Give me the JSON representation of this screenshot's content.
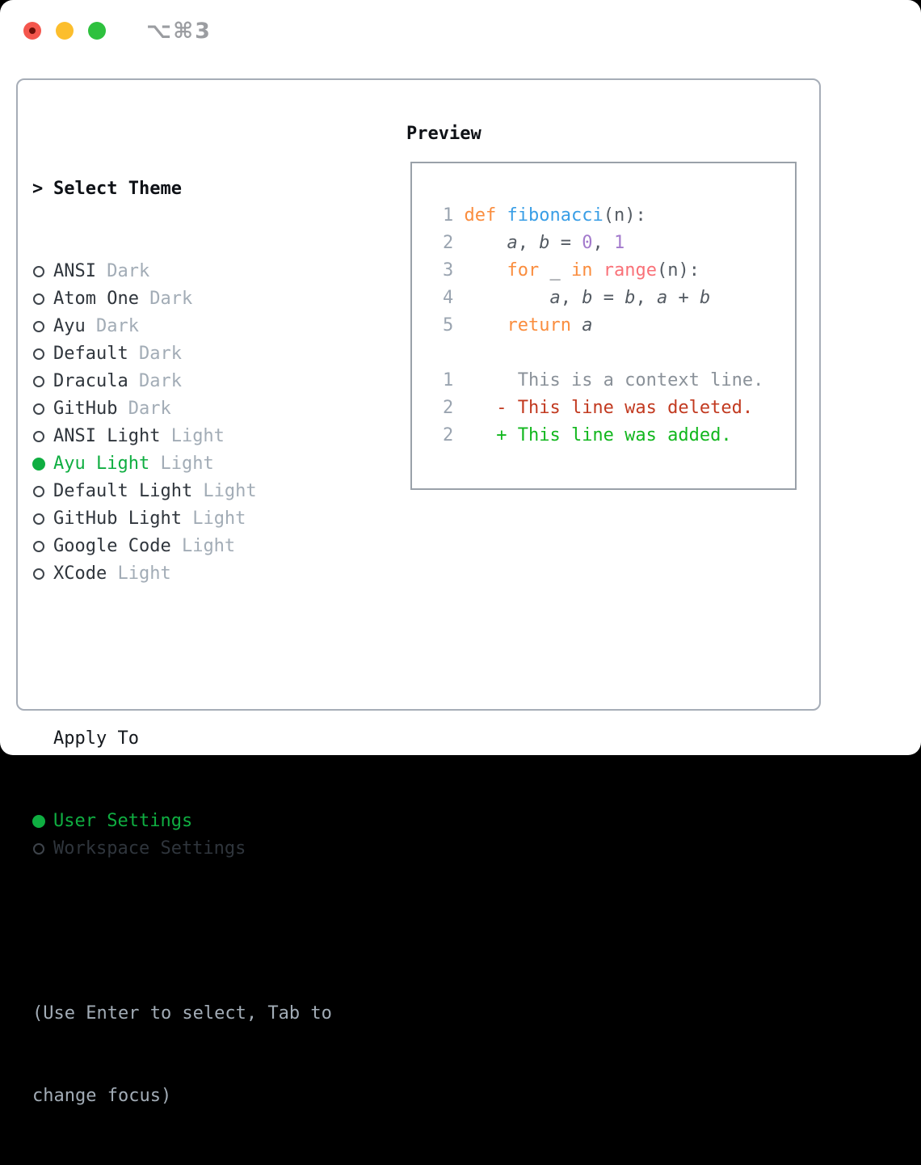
{
  "titlebar": {
    "shortcut": "⌥⌘3"
  },
  "theme_list": {
    "header_prefix": ">",
    "header": "Select Theme",
    "items": [
      {
        "name": "ANSI",
        "variant": "Dark",
        "selected": false
      },
      {
        "name": "Atom One",
        "variant": "Dark",
        "selected": false
      },
      {
        "name": "Ayu",
        "variant": "Dark",
        "selected": false
      },
      {
        "name": "Default",
        "variant": "Dark",
        "selected": false
      },
      {
        "name": "Dracula",
        "variant": "Dark",
        "selected": false
      },
      {
        "name": "GitHub",
        "variant": "Dark",
        "selected": false
      },
      {
        "name": "ANSI Light",
        "variant": "Light",
        "selected": false
      },
      {
        "name": "Ayu Light",
        "variant": "Light",
        "selected": true
      },
      {
        "name": "Default Light",
        "variant": "Light",
        "selected": false
      },
      {
        "name": "GitHub Light",
        "variant": "Light",
        "selected": false
      },
      {
        "name": "Google Code",
        "variant": "Light",
        "selected": false
      },
      {
        "name": "XCode",
        "variant": "Light",
        "selected": false
      }
    ]
  },
  "apply_to": {
    "header": "Apply To",
    "options": [
      {
        "label": "User Settings",
        "selected": true
      },
      {
        "label": "Workspace Settings",
        "selected": false
      }
    ]
  },
  "hint": {
    "lines": [
      "(Use Enter to select, Tab to",
      "change focus)"
    ]
  },
  "preview": {
    "header": "Preview",
    "code_lines": [
      {
        "num": "1",
        "segments": [
          {
            "t": "def",
            "c": "keyword"
          },
          {
            "t": " ",
            "c": "plain"
          },
          {
            "t": "fibonacci",
            "c": "function"
          },
          {
            "t": "(n):",
            "c": "plain"
          }
        ]
      },
      {
        "num": "2",
        "segments": [
          {
            "t": "    ",
            "c": "plain"
          },
          {
            "t": "a",
            "c": "var"
          },
          {
            "t": ", ",
            "c": "plain"
          },
          {
            "t": "b",
            "c": "var"
          },
          {
            "t": " = ",
            "c": "plain"
          },
          {
            "t": "0",
            "c": "number"
          },
          {
            "t": ", ",
            "c": "plain"
          },
          {
            "t": "1",
            "c": "number"
          }
        ]
      },
      {
        "num": "3",
        "segments": [
          {
            "t": "    ",
            "c": "plain"
          },
          {
            "t": "for",
            "c": "keyword"
          },
          {
            "t": " _ ",
            "c": "plain"
          },
          {
            "t": "in",
            "c": "keyword"
          },
          {
            "t": " ",
            "c": "plain"
          },
          {
            "t": "range",
            "c": "builtin"
          },
          {
            "t": "(n):",
            "c": "plain"
          }
        ]
      },
      {
        "num": "4",
        "segments": [
          {
            "t": "        ",
            "c": "plain"
          },
          {
            "t": "a",
            "c": "var"
          },
          {
            "t": ", ",
            "c": "plain"
          },
          {
            "t": "b",
            "c": "var"
          },
          {
            "t": " = ",
            "c": "plain"
          },
          {
            "t": "b",
            "c": "var"
          },
          {
            "t": ", ",
            "c": "plain"
          },
          {
            "t": "a",
            "c": "var"
          },
          {
            "t": " + ",
            "c": "plain"
          },
          {
            "t": "b",
            "c": "var"
          }
        ]
      },
      {
        "num": "5",
        "segments": [
          {
            "t": "    ",
            "c": "plain"
          },
          {
            "t": "return",
            "c": "keyword"
          },
          {
            "t": " ",
            "c": "plain"
          },
          {
            "t": "a",
            "c": "var"
          }
        ]
      }
    ],
    "diff_lines": [
      {
        "num": "1",
        "marker": "  ",
        "text": "This is a context line.",
        "kind": "context"
      },
      {
        "num": "2",
        "marker": "- ",
        "text": "This line was deleted.",
        "kind": "deleted"
      },
      {
        "num": "2",
        "marker": "+ ",
        "text": "This line was added.",
        "kind": "added"
      }
    ]
  },
  "colors": {
    "accent_green": "#0fae41",
    "diff_added": "#12b71e",
    "diff_removed": "#c23a20",
    "context_gray": "#8a9199",
    "line_number": "#9aa4b0",
    "code_plain": "#545b63",
    "keyword_orange": "#fa8d3e",
    "function_blue": "#399ee6",
    "builtin_coral": "#f97178",
    "number_purple": "#a37acc",
    "text_primary": "#2f353c",
    "text_secondary": "#a2acb6",
    "border_gray": "#a6adb7",
    "traffic_red": "#f4564d",
    "traffic_yellow": "#fcbe2d",
    "traffic_green": "#2ec13e"
  }
}
